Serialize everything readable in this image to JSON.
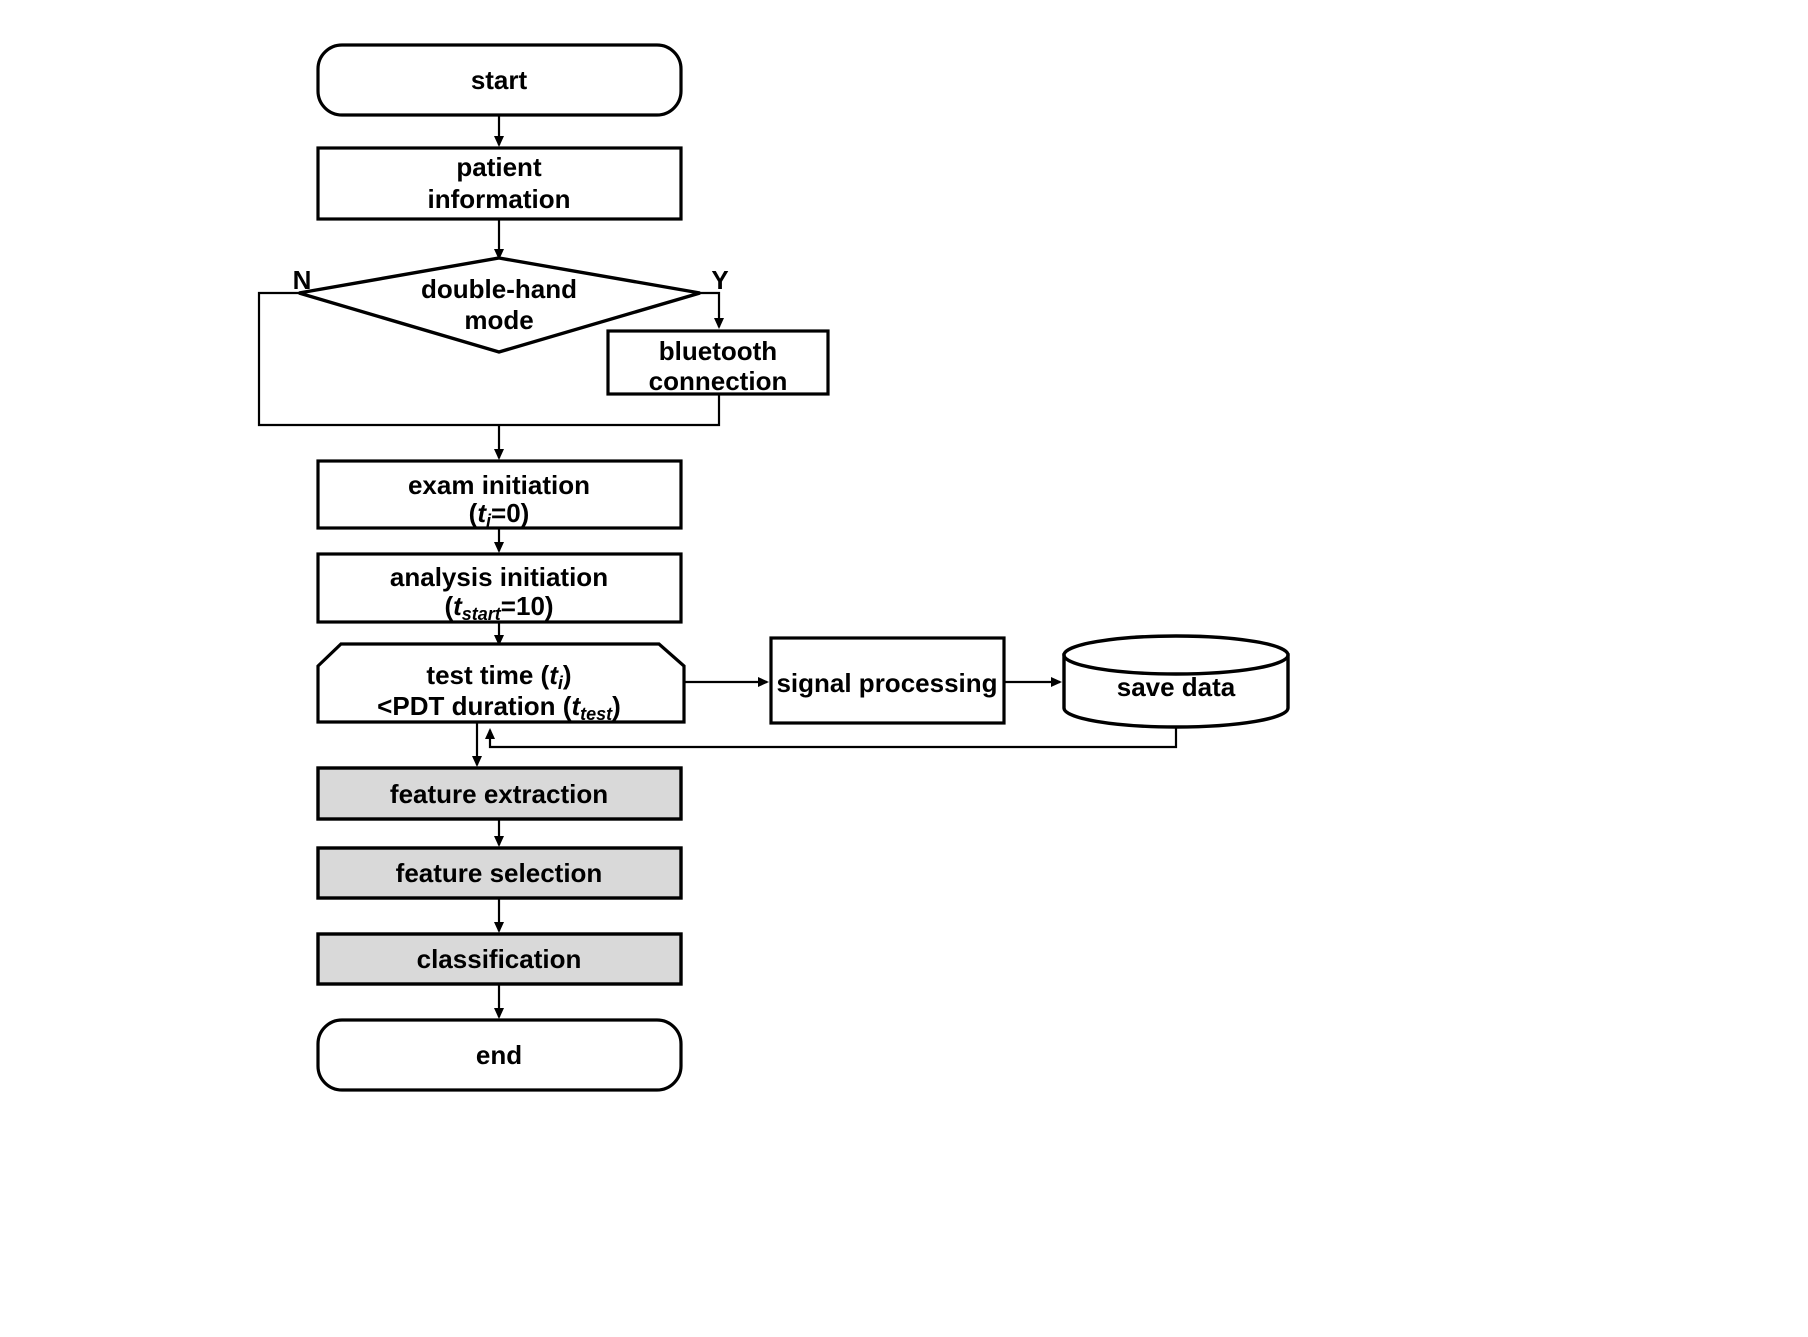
{
  "diagram": {
    "title": "PDT exam and analysis flowchart",
    "colors": {
      "stroke": "#000000",
      "node_fill": "#ffffff",
      "highlight_fill": "#d9d9d9",
      "text": "#000000"
    },
    "nodes": {
      "start": {
        "label": "start",
        "shape": "terminator"
      },
      "patient": {
        "line1": "patient",
        "line2": "information",
        "shape": "process"
      },
      "decision": {
        "line1": "double-hand",
        "line2": "mode",
        "shape": "decision",
        "branch_no": "N",
        "branch_yes": "Y"
      },
      "bluetooth": {
        "line1": "bluetooth",
        "line2": "connection",
        "shape": "process"
      },
      "exam_init": {
        "line1": "exam initiation",
        "line2_pre": "(",
        "line2_var": "t",
        "line2_sub": "i",
        "line2_post": "=0)",
        "shape": "process"
      },
      "analysis_init": {
        "line1": "analysis initiation",
        "line2_pre": "(",
        "line2_var": "t",
        "line2_sub": "start",
        "line2_post": "=10)",
        "shape": "process"
      },
      "test_time": {
        "line1_pre": "test time (",
        "line1_var": "t",
        "line1_sub": "i",
        "line1_post": ")",
        "line2_pre": "<PDT duration (",
        "line2_var": "t",
        "line2_sub": "test",
        "line2_post": ")",
        "shape": "preparation-hexagon"
      },
      "signal_proc": {
        "label": "signal processing",
        "shape": "process"
      },
      "save_data": {
        "label": "save data",
        "shape": "database-cylinder"
      },
      "feat_extract": {
        "label": "feature extraction",
        "shape": "process",
        "fill": "#d9d9d9"
      },
      "feat_select": {
        "label": "feature selection",
        "shape": "process",
        "fill": "#d9d9d9"
      },
      "classify": {
        "label": "classification",
        "shape": "process",
        "fill": "#d9d9d9"
      },
      "end": {
        "label": "end",
        "shape": "terminator"
      }
    },
    "edges": [
      {
        "name": "start-to-patient",
        "from": "start",
        "to": "patient",
        "label": ""
      },
      {
        "name": "patient-to-decision",
        "from": "patient",
        "to": "decision",
        "label": ""
      },
      {
        "name": "decision-yes-to-bluetooth",
        "from": "decision",
        "to": "bluetooth",
        "label": "Y"
      },
      {
        "name": "decision-no-to-exam",
        "from": "decision",
        "to": "exam_init",
        "label": "N"
      },
      {
        "name": "bluetooth-to-exam",
        "from": "bluetooth",
        "to": "exam_init",
        "label": ""
      },
      {
        "name": "exam-to-analysis",
        "from": "exam_init",
        "to": "analysis_init",
        "label": ""
      },
      {
        "name": "analysis-to-testtime",
        "from": "analysis_init",
        "to": "test_time",
        "label": ""
      },
      {
        "name": "testtime-to-signalproc",
        "from": "test_time",
        "to": "signal_proc",
        "label": ""
      },
      {
        "name": "signalproc-to-savedata",
        "from": "signal_proc",
        "to": "save_data",
        "label": ""
      },
      {
        "name": "savedata-loopback-to-testtime",
        "from": "save_data",
        "to": "test_time",
        "label": ""
      },
      {
        "name": "testtime-to-featextract",
        "from": "test_time",
        "to": "feat_extract",
        "label": ""
      },
      {
        "name": "featextract-to-featselect",
        "from": "feat_extract",
        "to": "feat_select",
        "label": ""
      },
      {
        "name": "featselect-to-classify",
        "from": "feat_select",
        "to": "classify",
        "label": ""
      },
      {
        "name": "classify-to-end",
        "from": "classify",
        "to": "end",
        "label": ""
      }
    ]
  }
}
